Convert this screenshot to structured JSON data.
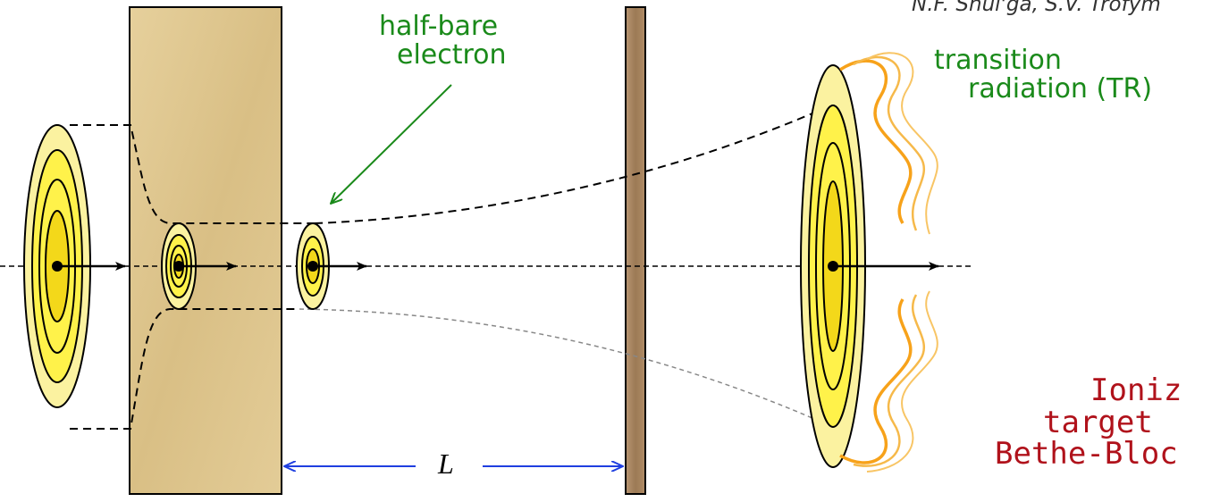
{
  "labels": {
    "authors": "N.F. Shul'ga, S.V. Trofym",
    "half_bare": [
      "half-bare",
      "electron"
    ],
    "tr": [
      "transition",
      "radiation (TR)"
    ],
    "distance": "L",
    "ioniz": [
      "Ioniz",
      "target",
      "Bethe-Bloc"
    ]
  },
  "colors": {
    "target_fill": "#e0c894",
    "foil_fill": "#a88660",
    "field_outer": "#fbf2a0",
    "field_mid": "#fff24a",
    "field_inner": "#f3d81a",
    "tr_wave": "#f7a21a",
    "green_text": "#1a8a1a",
    "dimension_arrow": "#1f3fe0",
    "ioniz_text": "#b0121b"
  }
}
